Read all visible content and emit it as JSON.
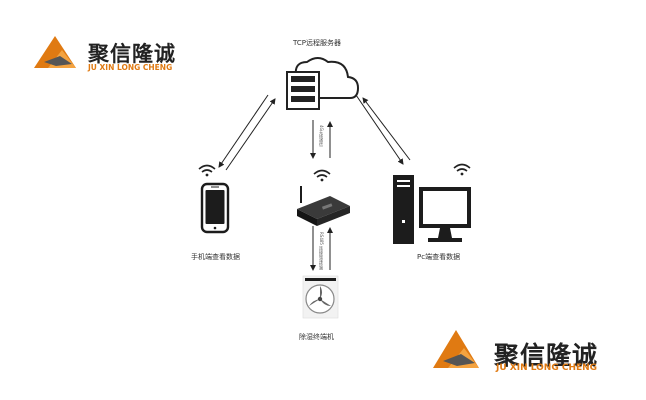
{
  "logo_top": {
    "cn": "聚信隆诚",
    "en": "JU XIN LONG CHENG"
  },
  "logo_bottom": {
    "cn": "聚信隆诚",
    "en": "JU XIN LONG CHENG"
  },
  "server_label": "TCP远程服务器",
  "phone_label": "手机端查看数据",
  "pc_label": "Pc端查看数据",
  "device_label": "除湿终端机",
  "link_upper_label": "4G无线通信",
  "link_lower_label": "RS485 连接除湿终端",
  "colors": {
    "accent": "#e07a12",
    "icon": "#1c1c1c"
  }
}
